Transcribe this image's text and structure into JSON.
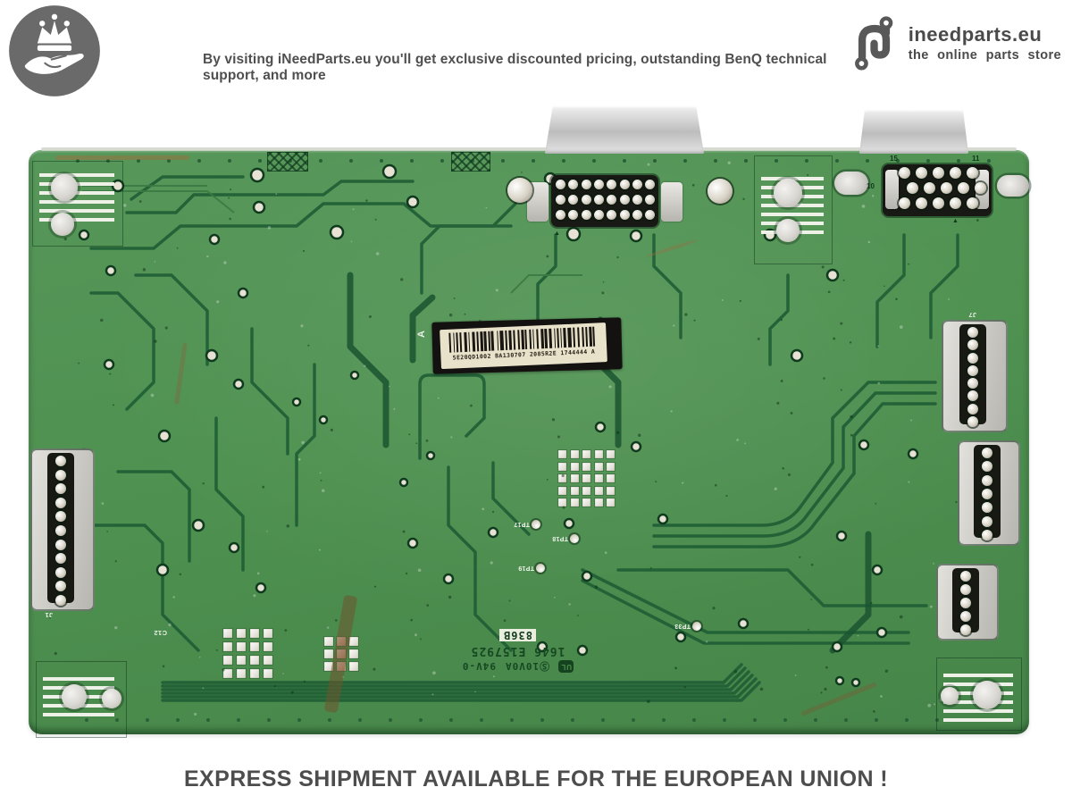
{
  "header": {
    "badge_icon": "crown-in-hand-icon",
    "tagline": "By visiting iNeedParts.eu you'll get exclusive discounted pricing, outstanding BenQ technical support, and more",
    "brand": {
      "icon": "ineedparts-chain-n-icon",
      "name": "ineedparts.eu",
      "tagline": "the online parts store"
    }
  },
  "product_photo": {
    "subject": "BenQ monitor main board PCB, solder side, with DVI and VGA connectors",
    "colors": {
      "board_green": "#4e9150",
      "trace_green": "#1f5e35",
      "label_black": "#141210",
      "sticker_cream": "#e9e2cb"
    },
    "barcode_label": {
      "text": "5E20QD1002 BA130707 2085R2E 1744444 A",
      "side_mark": "A"
    },
    "silkscreen": {
      "boxed_code": "836B",
      "ul_file_line": "1646 E157925",
      "flammability_rating": "94V-0",
      "board_code": "Ⓢ10V0A",
      "ul_mark": "UL",
      "pin1_marker": "▲",
      "vga_pin_labels": [
        "15",
        "11",
        "10"
      ],
      "test_points": [
        "TP17",
        "TP18",
        "TP19",
        "TP33"
      ],
      "ref_designators": [
        "C12",
        "J1",
        "J7"
      ]
    }
  },
  "footer": {
    "message": "EXPRESS SHIPMENT AVAILABLE FOR THE EUROPEAN UNION !"
  }
}
